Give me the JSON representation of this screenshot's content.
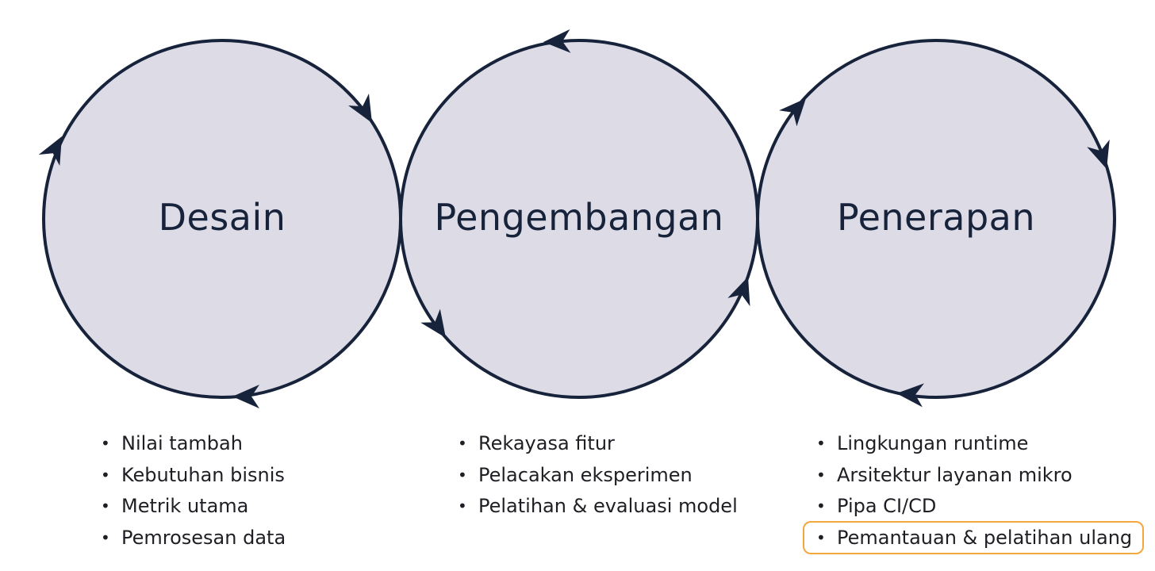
{
  "stages": [
    {
      "id": "desain",
      "title": "Desain",
      "items": [
        "Nilai tambah",
        "Kebutuhan bisnis",
        "Metrik utama",
        "Pemrosesan data"
      ]
    },
    {
      "id": "pengembangan",
      "title": "Pengembangan",
      "items": [
        "Rekayasa fitur",
        "Pelacakan eksperimen",
        "Pelatihan & evaluasi model"
      ]
    },
    {
      "id": "penerapan",
      "title": "Penerapan",
      "items": [
        "Lingkungan runtime",
        "Arsitektur layanan mikro",
        "Pipa CI/CD",
        "Pemantauan & pelatihan ulang"
      ],
      "highlighted_item": "Pemantauan & pelatihan ulang"
    }
  ],
  "colors": {
    "circle_fill": "#dddce6",
    "circle_stroke": "#17223b",
    "title_text": "#17223b",
    "bullet_text": "#1e1e24",
    "highlight_border": "#f3a73e"
  },
  "icons": [
    "arrowhead-icon"
  ]
}
